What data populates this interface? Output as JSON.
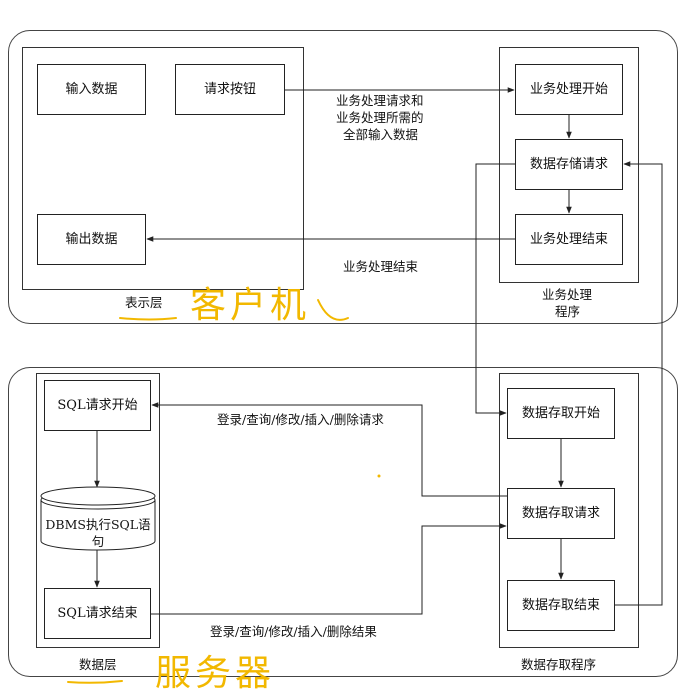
{
  "client": {
    "presentation_layer": {
      "title": "表示层",
      "input_data": "输入数据",
      "request_button": "请求按钮",
      "output_data": "输出数据"
    },
    "business_program": {
      "title_line1": "业务处理",
      "title_line2": "程序",
      "start": "业务处理开始",
      "data_request": "数据存储请求",
      "end": "业务处理结束"
    },
    "request_label_line1": "业务处理请求和",
    "request_label_line2": "业务处理所需的",
    "request_label_line3": "全部输入数据",
    "end_label": "业务处理结束",
    "handwritten": "客户机"
  },
  "server": {
    "data_layer": {
      "title": "数据层",
      "sql_start": "SQL请求开始",
      "dbms_line1": "DBMS执行SQL语",
      "dbms_line2": "句",
      "sql_end": "SQL请求结束"
    },
    "access_program": {
      "title": "数据存取程序",
      "start": "数据存取开始",
      "request": "数据存取请求",
      "end": "数据存取结束"
    },
    "request_label": "登录/查询/修改/插入/删除请求",
    "result_label": "登录/查询/修改/插入/删除结果",
    "handwritten": "服务器"
  },
  "colors": {
    "handwriting": "#f2b800",
    "lines": "#222222"
  }
}
